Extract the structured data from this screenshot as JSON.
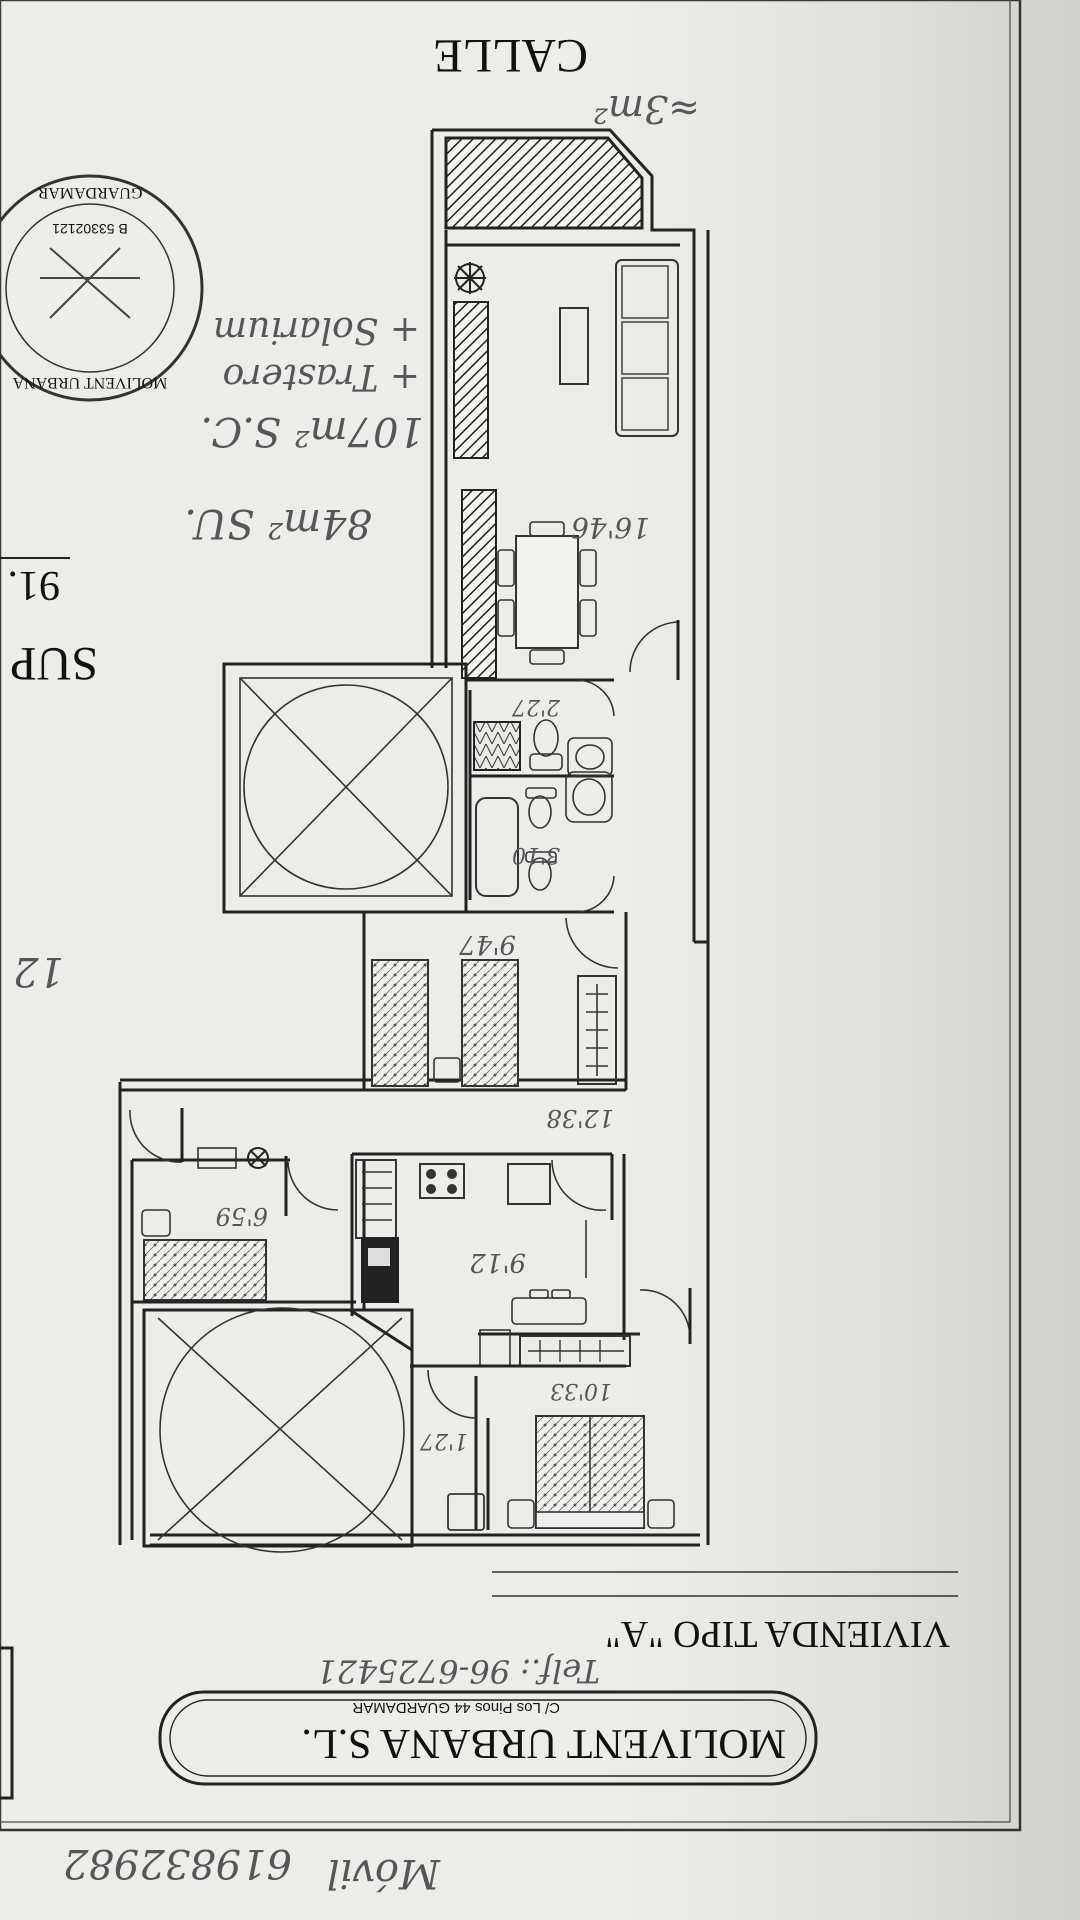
{
  "street_label": "CALLE",
  "sup_label": "SUP",
  "sup_value_partial": "91.",
  "side_number_partial": "12",
  "handwritten": {
    "solarium_note": "≈3m²",
    "area_su": "84m² SU.",
    "area_sc": "107m² S.C.",
    "trastero": "+ Trastero",
    "solarium": "+ Solarium",
    "mobile_label": "Móvil",
    "mobile_number": "619832982"
  },
  "rooms": [
    {
      "id": "salon",
      "area": "16'46"
    },
    {
      "id": "bath-1",
      "area": "2'27"
    },
    {
      "id": "bath-2",
      "area": "3'10"
    },
    {
      "id": "bedroom-2",
      "area": "9'47"
    },
    {
      "id": "hall",
      "area": "12'38"
    },
    {
      "id": "laundry",
      "area": "6'59"
    },
    {
      "id": "kitchen",
      "area": "9'12"
    },
    {
      "id": "bedroom-1",
      "area": "10'33"
    },
    {
      "id": "dressing",
      "area": "1'27"
    }
  ],
  "stamp": {
    "name": "MOLIVENT URBANA",
    "city": "GUARDAMAR",
    "code": "B 53302121"
  },
  "title_block": {
    "type_label": "VIVIENDA  TIPO  \"A\"",
    "phone": "Telf.: 96-6725421",
    "company": "MOLIVENT  URBANA  S.L.",
    "address": "C/ Los Pinos 44    GUARDAMAR"
  }
}
